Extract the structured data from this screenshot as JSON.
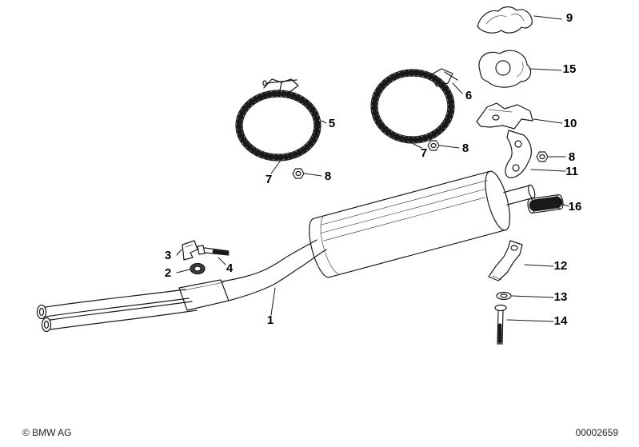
{
  "diagram": {
    "copyright": "© BMW AG",
    "document_number": "00002659",
    "callouts": {
      "c1": "1",
      "c2": "2",
      "c3": "3",
      "c4": "4",
      "c5": "5",
      "c6": "6",
      "c7": "7",
      "c8": "8",
      "c9": "9",
      "c10": "10",
      "c11": "11",
      "c12": "12",
      "c13": "13",
      "c14": "14",
      "c15": "15",
      "c16": "16"
    },
    "colors": {
      "line": "#1a1a1a",
      "background": "#ffffff"
    }
  }
}
